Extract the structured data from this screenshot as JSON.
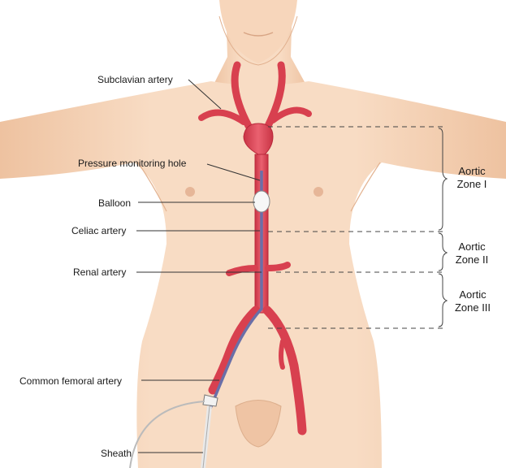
{
  "labels": {
    "subclavian": "Subclavian artery",
    "pressure_hole": "Pressure monitoring hole",
    "balloon": "Balloon",
    "celiac": "Celiac artery",
    "renal": "Renal artery",
    "femoral": "Common femoral artery",
    "sheath": "Sheath"
  },
  "zones": [
    {
      "line1": "Aortic",
      "line2": "Zone I"
    },
    {
      "line1": "Aortic",
      "line2": "Zone II"
    },
    {
      "line1": "Aortic",
      "line2": "Zone III"
    }
  ],
  "colors": {
    "skin": "#f6d9bf",
    "skin_shade": "#eec2a0",
    "artery": "#e04a58",
    "artery_dark": "#b8283a",
    "catheter": "#6a6fa8"
  }
}
